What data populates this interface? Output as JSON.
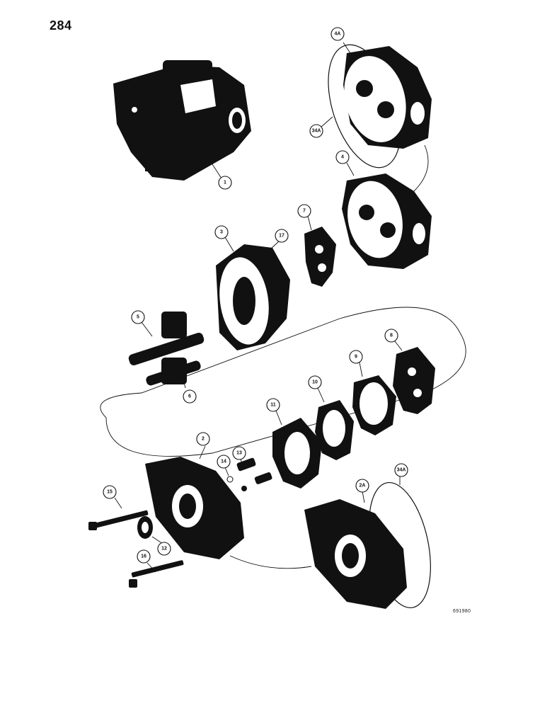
{
  "page_number": "284",
  "figure_id": "691980",
  "callouts": [
    {
      "label": "1"
    },
    {
      "label": "2"
    },
    {
      "label": "2A"
    },
    {
      "label": "3"
    },
    {
      "label": "4"
    },
    {
      "label": "4A"
    },
    {
      "label": "5"
    },
    {
      "label": "6"
    },
    {
      "label": "7"
    },
    {
      "label": "8"
    },
    {
      "label": "9"
    },
    {
      "label": "10"
    },
    {
      "label": "11"
    },
    {
      "label": "12"
    },
    {
      "label": "13"
    },
    {
      "label": "14"
    },
    {
      "label": "15"
    },
    {
      "label": "16"
    },
    {
      "label": "17"
    },
    {
      "label": "34A"
    },
    {
      "label": "34A"
    }
  ]
}
